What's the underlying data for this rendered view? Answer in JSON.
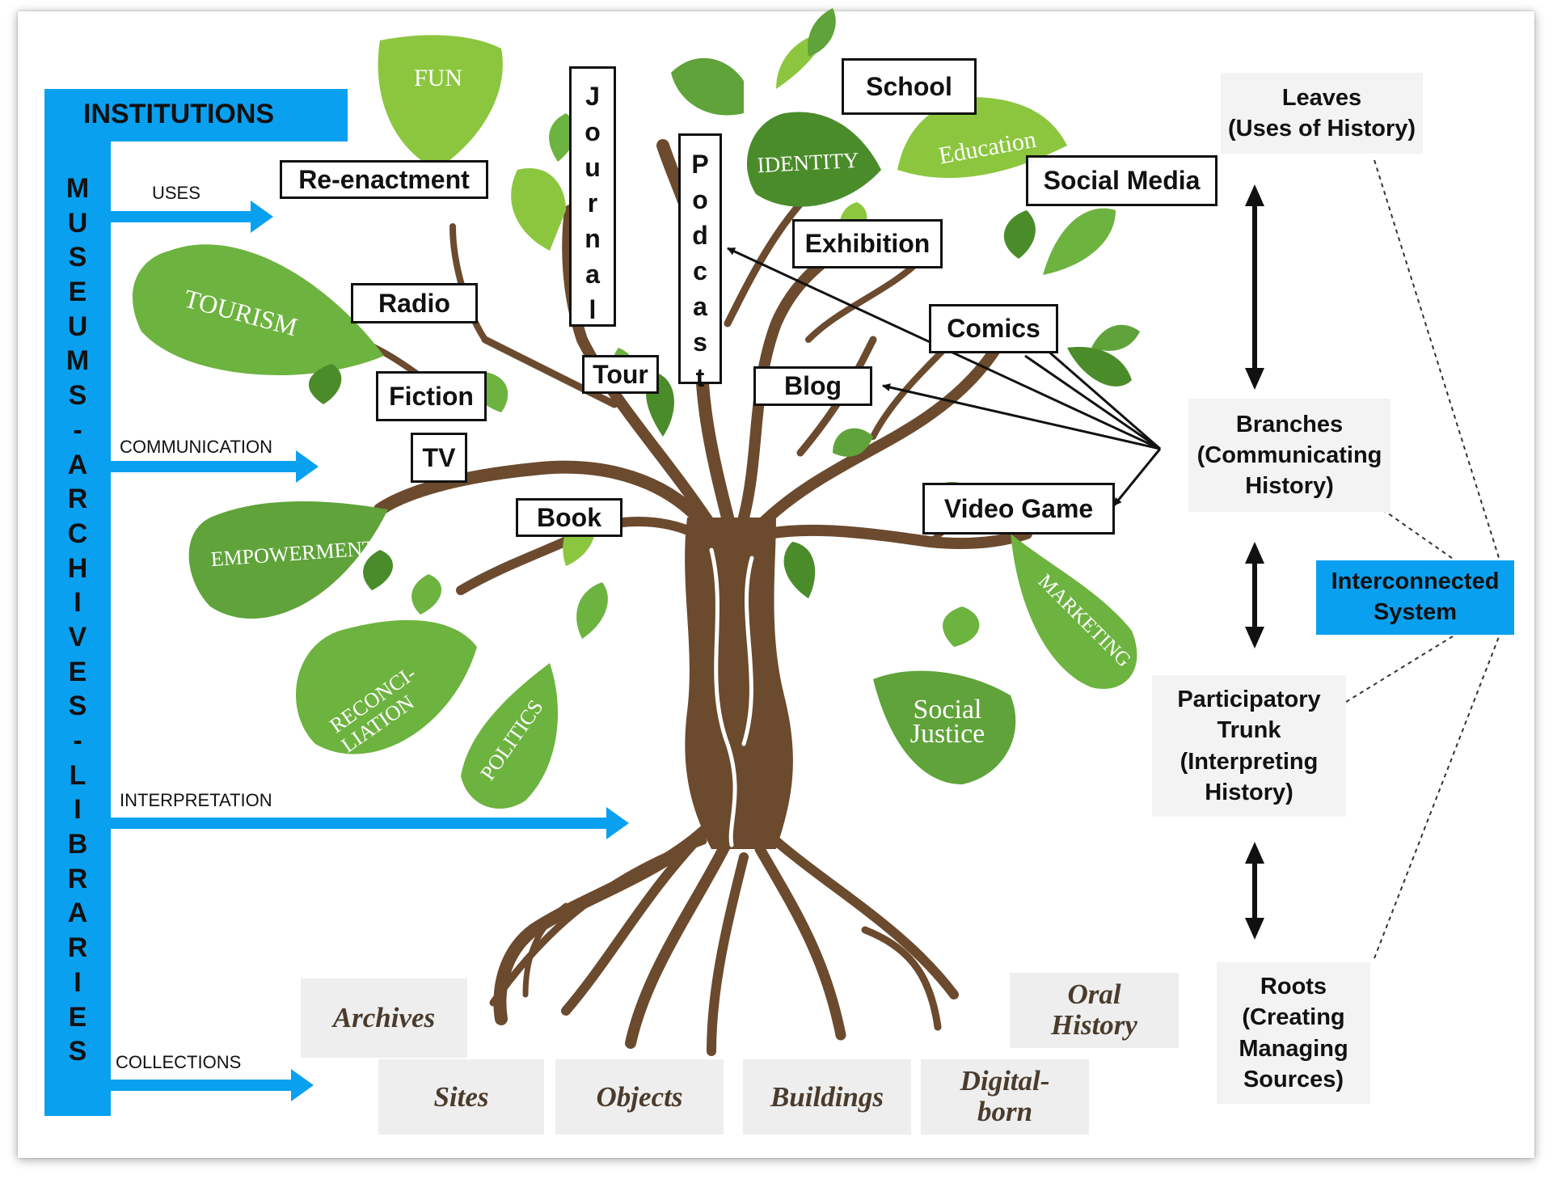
{
  "sidebar": {
    "title": "INSTITUTIONS",
    "vertical_text": "MUSEUMS-ARCHIVES-LIBRARIES"
  },
  "arrows": {
    "uses": "USES",
    "communication": "COMMUNICATION",
    "interpretation": "INTERPRETATION",
    "collections": "COLLECTIONS"
  },
  "leaves": {
    "fun": "FUN",
    "tourism": "TOURISM",
    "identity": "IDENTITY",
    "education": "Education",
    "empowerment": "EMPOWERMENT",
    "reconciliation_1": "RECONCI-",
    "reconciliation_2": "LIATION",
    "politics": "POLITICS",
    "marketing": "MARKETING",
    "social_justice_1": "Social",
    "social_justice_2": "Justice"
  },
  "media_boxes": {
    "reenactment": "Re-enactment",
    "radio": "Radio",
    "fiction": "Fiction",
    "tv": "TV",
    "book": "Book",
    "journal": "Journal",
    "podcast": "Podcast",
    "tour": "Tour",
    "school": "School",
    "exhibition": "Exhibition",
    "social_media": "Social Media",
    "comics": "Comics",
    "blog": "Blog",
    "video_game": "Video Game"
  },
  "collections": {
    "archives": "Archives",
    "sites": "Sites",
    "objects": "Objects",
    "buildings": "Buildings",
    "digital_born_1": "Digital-",
    "digital_born_2": "born",
    "oral_history_1": "Oral",
    "oral_history_2": "History"
  },
  "legend": {
    "leaves": "Leaves\n(Uses of History)",
    "branches": "Branches\n(Communicating\nHistory)",
    "trunk": "Participatory\nTrunk\n(Interpreting\nHistory)",
    "roots": "Roots\n(Creating\nManaging\nSources)",
    "interconnected": "Interconnected\nSystem"
  },
  "colors": {
    "blue": "#0aa0f0",
    "leaf_light": "#8cc63f",
    "leaf_mid": "#6db33f",
    "leaf_dark": "#4a8c2a",
    "trunk": "#6b4a2e"
  }
}
